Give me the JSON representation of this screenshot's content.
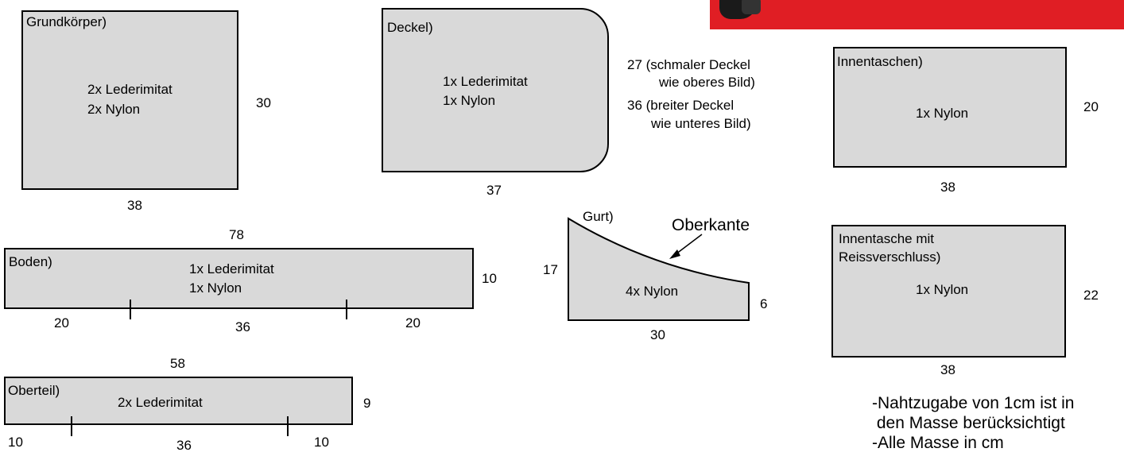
{
  "grundkoerper": {
    "title": "Grundkörper)",
    "text": [
      "2x Lederimitat",
      "2x Nylon"
    ],
    "height": "30",
    "width": "38"
  },
  "deckel": {
    "title": "Deckel)",
    "text": [
      "1x Lederimitat",
      "1x Nylon"
    ],
    "width": "37",
    "notes": [
      "27 (schmaler Deckel",
      "wie oberes Bild)",
      "36 (breiter Deckel",
      "wie unteres Bild)"
    ]
  },
  "innentaschen": {
    "title": "Innentaschen)",
    "text": "1x Nylon",
    "height": "20",
    "width": "38"
  },
  "boden": {
    "title": "Boden)",
    "text": [
      "1x Lederimitat",
      "1x Nylon"
    ],
    "total": "78",
    "height": "10",
    "segments": [
      "20",
      "36",
      "20"
    ]
  },
  "gurt": {
    "title": "Gurt)",
    "text": "4x Nylon",
    "left": "17",
    "right": "6",
    "width": "30",
    "edge_label": "Oberkante"
  },
  "innentasche_rv": {
    "title": [
      "Innentasche mit",
      "Reissverschluss)"
    ],
    "text": "1x Nylon",
    "height": "22",
    "width": "38"
  },
  "oberteil": {
    "title": "Oberteil)",
    "text": "2x Lederimitat",
    "total": "58",
    "height": "9",
    "segments": [
      "10",
      "36",
      "10"
    ]
  },
  "notes": [
    "-Nahtzugabe von 1cm ist in",
    " den Masse berücksichtigt",
    "-Alle Masse in cm"
  ],
  "colors": {
    "piece_fill": "#d9d9d9",
    "outline": "#000000",
    "photo_red": "#e01e24"
  }
}
